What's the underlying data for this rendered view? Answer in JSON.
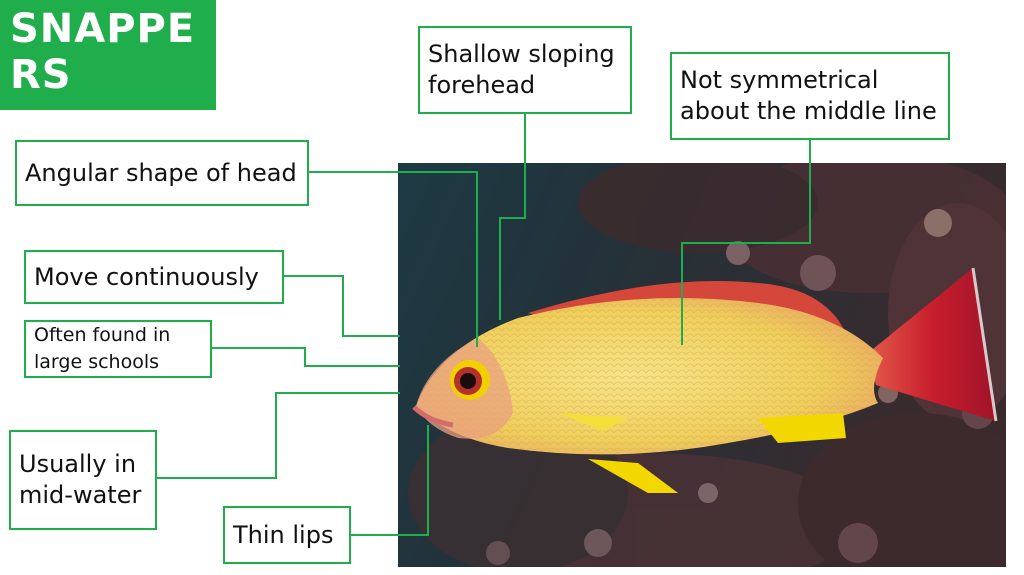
{
  "title": "SNAPPERS",
  "labels": {
    "forehead": "Shallow sloping\nforehead",
    "symmetry": "Not symmetrical\nabout the middle line",
    "head": "Angular shape of head",
    "move": "Move continuously",
    "schools": "Often found in\nlarge schools",
    "midwater": "Usually in\nmid-water",
    "lips": "Thin lips"
  },
  "colors": {
    "accent": "#1fae4b",
    "fish_body": "#f2d564",
    "fish_fin_red": "#c81e2d",
    "fish_fin_yellow": "#f2d800",
    "reef_dark": "#2a1f22"
  }
}
